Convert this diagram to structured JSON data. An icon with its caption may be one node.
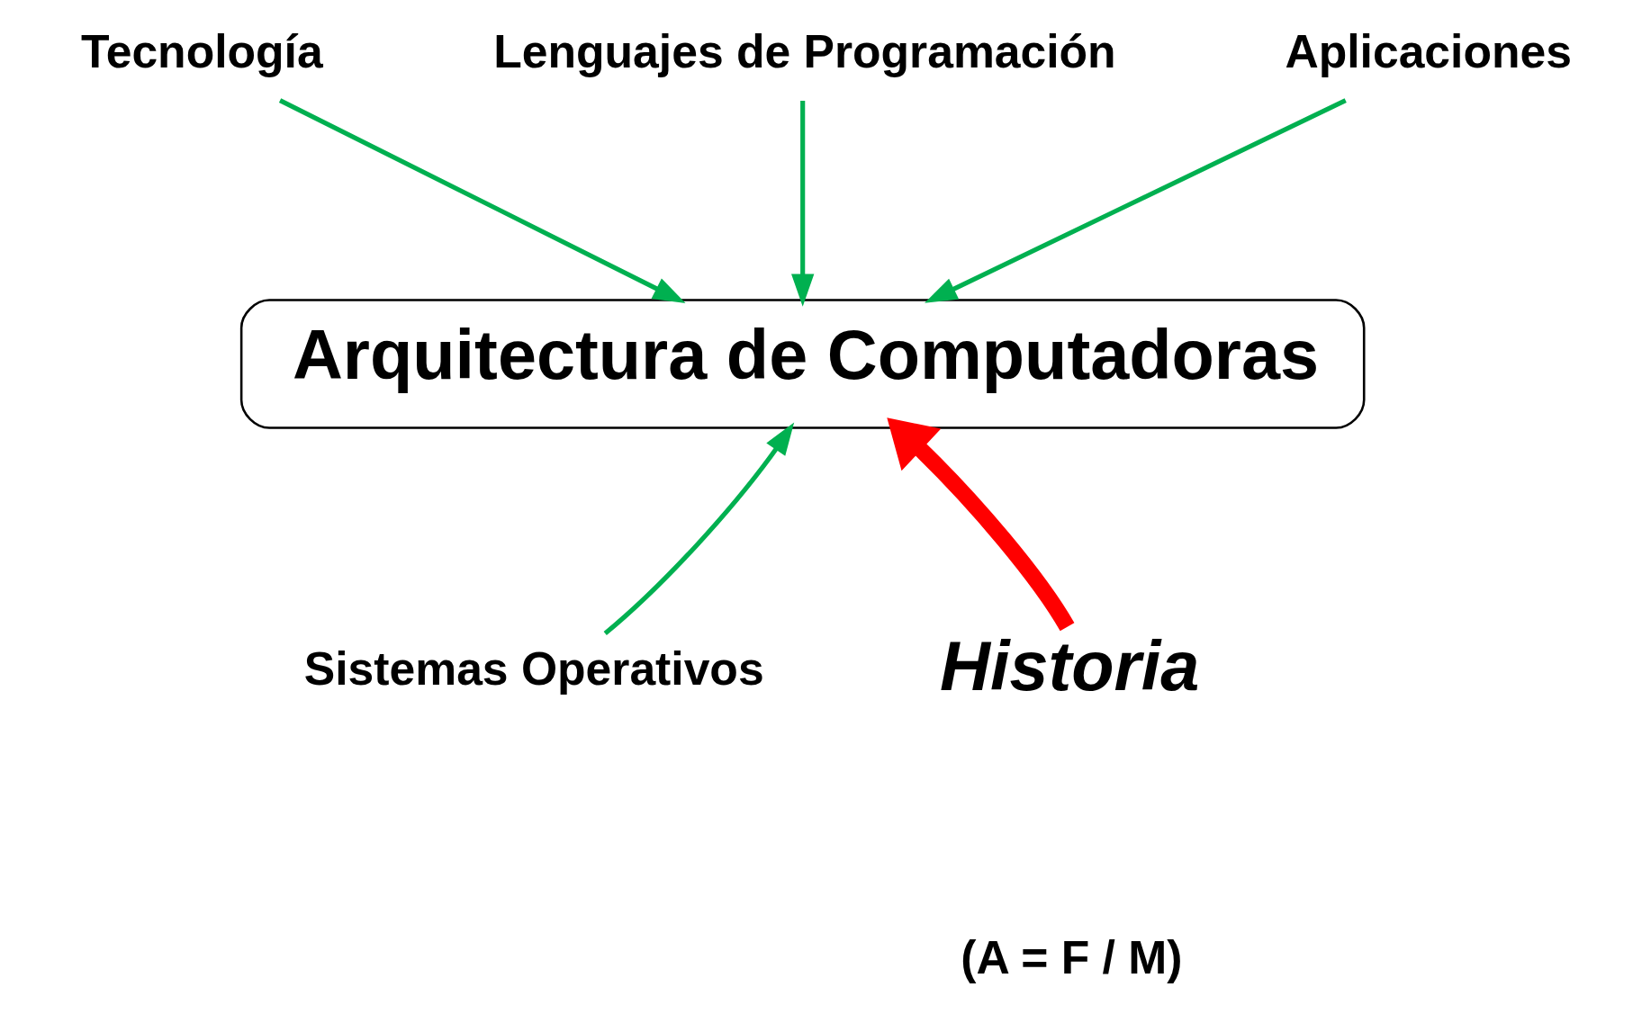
{
  "diagram": {
    "nodes": [
      {
        "text": [
          "Arquitectura de Computadoras"
        ]
      },
      {
        "text": [
          "Tecnología"
        ]
      },
      {
        "text": [
          "Lenguajes de Programación"
        ]
      },
      {
        "text": [
          "Aplicaciones"
        ]
      },
      {
        "text": [
          "Sistemas Operativos"
        ]
      },
      {
        "text": [
          "Historia"
        ]
      }
    ],
    "edges": [
      {
        "from": 1,
        "to": 0,
        "arrow": "to"
      },
      {
        "from": 2,
        "to": 0,
        "arrow": "to"
      },
      {
        "from": 3,
        "to": 0,
        "arrow": "to"
      },
      {
        "from": 4,
        "to": 0,
        "arrow": "to"
      },
      {
        "from": 5,
        "to": 0,
        "arrow": "to",
        "style": "thick",
        "color": "#ff0000"
      }
    ],
    "labels": [
      "(A = F / M)"
    ]
  }
}
